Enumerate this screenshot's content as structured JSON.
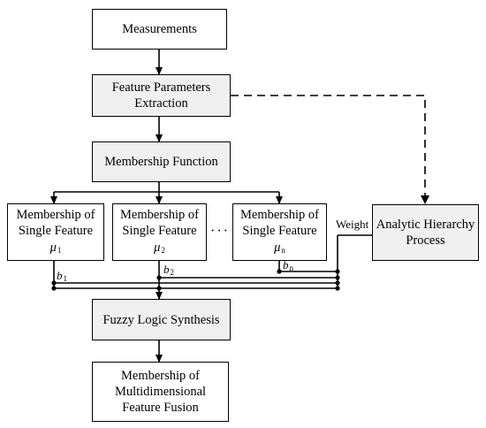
{
  "nodes": {
    "measurements": "Measurements",
    "extraction": [
      "Feature Parameters",
      "Extraction"
    ],
    "membership_function": "Membership Function",
    "single_1": {
      "lines": [
        "Membership of",
        "Single Feature"
      ],
      "mu": "μ",
      "sub": "1"
    },
    "single_2": {
      "lines": [
        "Membership of",
        "Single Feature"
      ],
      "mu": "μ",
      "sub": "2"
    },
    "single_n": {
      "lines": [
        "Membership of",
        "Single Feature"
      ],
      "mu": "μ",
      "sub": "n"
    },
    "ahp": [
      "Analytic Hierarchy",
      "Process"
    ],
    "fuzzy": "Fuzzy Logic Synthesis",
    "fusion": [
      "Membership of",
      "Multidimensional",
      "Feature Fusion"
    ]
  },
  "labels": {
    "weight": "Weight",
    "ellipsis": "···",
    "b1": {
      "base": "b",
      "sub": "1"
    },
    "b2": {
      "base": "b",
      "sub": "2"
    },
    "bn": {
      "base": "b",
      "sub": "n"
    }
  },
  "colors": {
    "gray_fill": "#f0f0f0",
    "line": "#000000"
  }
}
